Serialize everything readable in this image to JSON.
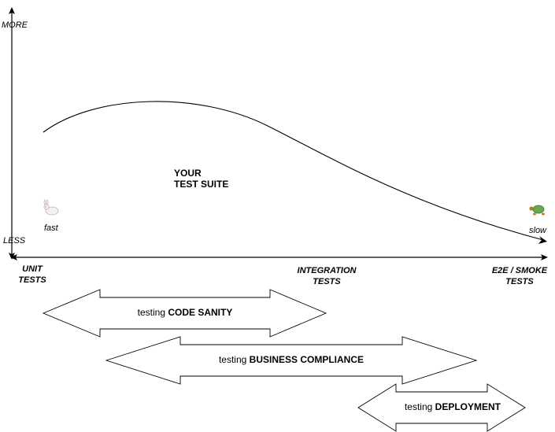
{
  "y_axis": {
    "top_label": "MORE",
    "bottom_label": "LESS"
  },
  "curve": {
    "title_line1": "YOUR",
    "title_line2": "TEST SUITE"
  },
  "speed": {
    "fast_label": "fast",
    "fast_icon": "rabbit-icon",
    "slow_label": "slow",
    "slow_icon": "turtle-icon"
  },
  "x_axis": {
    "unit": [
      "UNIT",
      "TESTS"
    ],
    "integration": [
      "INTEGRATION",
      "TESTS"
    ],
    "e2e": [
      "E2E / SMOKE",
      "TESTS"
    ]
  },
  "ranges": [
    {
      "prefix": "testing",
      "emphasis": "CODE SANITY"
    },
    {
      "prefix": "testing",
      "emphasis": "BUSINESS COMPLIANCE"
    },
    {
      "prefix": "testing",
      "emphasis": "DEPLOYMENT"
    }
  ],
  "colors": {
    "line": "#000000",
    "turtle_shell": "#6aa84f",
    "turtle_body": "#c27c2c"
  }
}
